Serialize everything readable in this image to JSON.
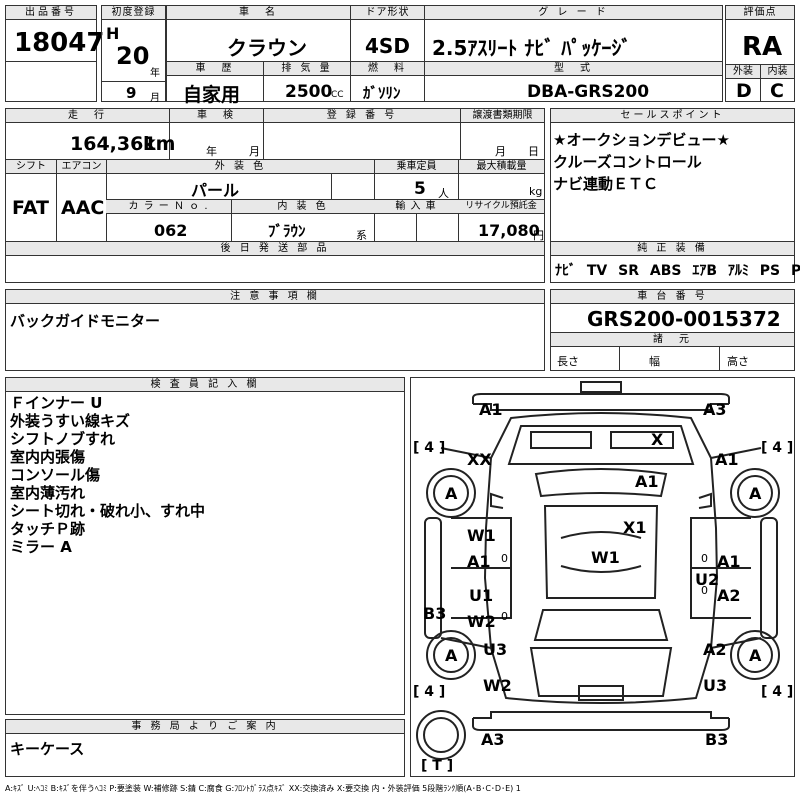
{
  "header": {
    "lot_no_label": "出品番号",
    "lot_no": "18047",
    "first_reg_label": "初度登録",
    "era": "H",
    "year": "20",
    "year_unit": "年",
    "month": "9",
    "month_unit": "月",
    "name_label": "車　名",
    "name": "クラウン",
    "history_label": "車　歴",
    "history": "自家用",
    "displacement_label": "排 気 量",
    "displacement": "2500",
    "displacement_unit": "CC",
    "door_label": "ドア形状",
    "door": "4SD",
    "fuel_label": "燃　料",
    "fuel": "ｶﾞｿﾘﾝ",
    "grade_label": "グ レ ー ド",
    "grade": "2.5ｱｽﾘｰﾄ ﾅﾋﾞ ﾊﾟｯｹｰｼﾞ",
    "model_label": "型　式",
    "model": "DBA-GRS200",
    "score_label": "評価点",
    "score": "RA",
    "ext_label": "外装",
    "ext": "D",
    "int_label": "内装",
    "int": "C"
  },
  "row2": {
    "mileage_label": "走　行",
    "mileage": "164,361",
    "mileage_unit": "km",
    "inspection_label": "車　検",
    "insp_year_unit": "年",
    "insp_month_unit": "月",
    "reg_no_label": "登 録 番 号",
    "transfer_label": "譲渡書類期限",
    "transfer_month_unit": "月",
    "transfer_day_unit": "日",
    "shift_label": "シフト",
    "shift": "FAT",
    "ac_label": "エアコン",
    "ac": "AAC",
    "color_label": "外 装 色",
    "color": "パール",
    "capacity_label": "乗車定員",
    "capacity": "5",
    "capacity_unit": "人",
    "load_label": "最大積載量",
    "load_unit": "kg",
    "color_no_label": "カ ラ ー Ｎ ｏ .",
    "color_no": "062",
    "interior_label": "内 装 色",
    "interior": "ﾌﾞﾗｳﾝ",
    "interior_unit": "系",
    "import_label": "輸 入 車",
    "recycle_label": "リサイクル預託金",
    "recycle": "17,080",
    "recycle_unit": "円",
    "later_label": "後 日 発 送 部 品"
  },
  "sales": {
    "label": "セールスポイント",
    "lines": [
      "★オークションデビュー★",
      "クルーズコントロール",
      "ナビ連動ＥＴＣ"
    ]
  },
  "equipment": {
    "label": "純 正 装 備",
    "items": [
      "ﾅﾋﾞ",
      "TV",
      "SR",
      "ABS",
      "ｴｱB",
      "ｱﾙﾐ",
      "PS",
      "PW"
    ]
  },
  "caution": {
    "label": "注 意 事 項 欄",
    "text": "バックガイドモニター"
  },
  "chassis": {
    "label": "車 台 番 号",
    "number": "GRS200-0015372",
    "specs_label": "諸　元",
    "length_label": "長さ",
    "width_label": "幅",
    "height_label": "高さ"
  },
  "inspector": {
    "label": "検 査 員 記 入 欄",
    "lines": [
      "Ｆインナー U",
      "外装うすい線キズ",
      "シフトノブすれ",
      "室内内張傷",
      "コンソール傷",
      "室内薄汚れ",
      "シート切れ・破れ小、すれ中",
      "タッチＰ跡",
      "ミラー A"
    ]
  },
  "office": {
    "label": "事 務 局 よ り ご 案 内",
    "text": "キーケース"
  },
  "diagram": {
    "marks": {
      "front_left": "A1",
      "front_right": "A3",
      "hood_x": "X",
      "fl_fender": "XX",
      "fr_fender": "A1",
      "roof_a1": "A1",
      "roof_x1": "X1",
      "roof_w1": "W1",
      "l_w1": "W1",
      "l_a1": "A1",
      "l_u1": "U1",
      "l_w2": "W2",
      "l_u3": "U3",
      "l_w2b": "W2",
      "l_b3": "B3",
      "r_a1": "A1",
      "r_u2": "U2",
      "r_a2": "A2",
      "r_a2b": "A2",
      "r_u3": "U3",
      "rear_left": "A3",
      "rear_right": "B3",
      "tire_a": "A",
      "small_zero": "0"
    },
    "bracket_4": "[ 4 ]",
    "bracket_t": "[ T ]"
  },
  "legend": "A:ｷｽﾞ U:ﾍｺﾐ B:ｷｽﾞを伴うﾍｺﾐ P:要塗装 W:補修跡 S:錆 C:腐食 G:ﾌﾛﾝﾄｶﾞﾗｽ点ｷｽﾞ XX:交換済み X:要交換 内・外装評価 5段階ﾗﾝｸ順(A･B･C･D･E) 1"
}
